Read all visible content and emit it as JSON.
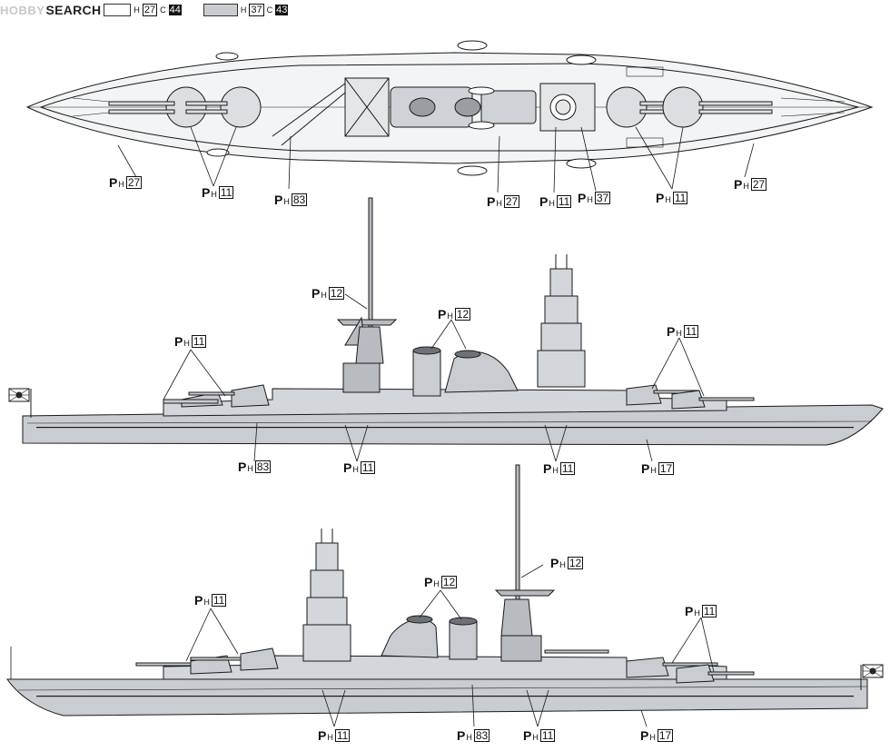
{
  "legend": {
    "watermark": "HOBBY SEARCH",
    "swatch_white": {
      "h": "27",
      "c": "44",
      "color": "#ffffff"
    },
    "swatch_gray": {
      "h": "37",
      "c": "43",
      "color": "#c9ccd0"
    },
    "h_letter": "H",
    "c_letter": "C"
  },
  "colors": {
    "hull": "#c9ccd0",
    "deck": "#e9ecef",
    "line": "#1a1a1a",
    "dark": "#6e7175",
    "flag_rays": "#333333"
  },
  "callouts": [
    {
      "id": "top-bow-27",
      "code": "27"
    },
    {
      "id": "top-fwd-turrets-11",
      "code": "11"
    },
    {
      "id": "top-deck-83",
      "code": "83"
    },
    {
      "id": "top-mid-27",
      "code": "27"
    },
    {
      "id": "top-mid-11",
      "code": "11"
    },
    {
      "id": "top-mid-37",
      "code": "37"
    },
    {
      "id": "top-aft-turrets-11",
      "code": "11"
    },
    {
      "id": "top-stern-27",
      "code": "27"
    },
    {
      "id": "s1-mast-12",
      "code": "12"
    },
    {
      "id": "s1-funnel-12",
      "code": "12"
    },
    {
      "id": "s1-turrets-l-11",
      "code": "11"
    },
    {
      "id": "s1-turrets-r-11",
      "code": "11"
    },
    {
      "id": "s1-hull-83",
      "code": "83"
    },
    {
      "id": "s1-casemate-l-11",
      "code": "11"
    },
    {
      "id": "s1-casemate-r-11",
      "code": "11"
    },
    {
      "id": "s1-hull-17",
      "code": "17"
    },
    {
      "id": "s2-mast-12",
      "code": "12"
    },
    {
      "id": "s2-funnel-12",
      "code": "12"
    },
    {
      "id": "s2-turrets-l-11",
      "code": "11"
    },
    {
      "id": "s2-turrets-r-11",
      "code": "11"
    },
    {
      "id": "s2-casemate-l-11",
      "code": "11"
    },
    {
      "id": "s2-hull-83",
      "code": "83"
    },
    {
      "id": "s2-casemate-r-11",
      "code": "11"
    },
    {
      "id": "s2-hull-17",
      "code": "17"
    }
  ],
  "callout_prefix": "P",
  "callout_sub": "H"
}
